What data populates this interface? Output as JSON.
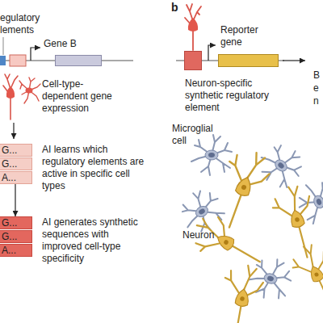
{
  "diagram": {
    "nodes": [
      {
        "text": [
          "Gene B"
        ]
      },
      {
        "text": [
          "G..."
        ]
      },
      {
        "text": [
          "G..."
        ]
      },
      {
        "text": [
          "A..."
        ]
      },
      {
        "text": [
          "G..."
        ]
      },
      {
        "text": [
          "G..."
        ]
      },
      {
        "text": [
          "A..."
        ]
      },
      {
        "text": [
          "Neuron-specific synthetic regulatory element"
        ]
      },
      {
        "text": [
          "Reporter gene"
        ]
      }
    ],
    "edges": [
      {
        "from": 3,
        "to": 4,
        "arrow": "to"
      }
    ],
    "labels": [
      "egulatory lements",
      "Cell-type-dependent gene expression",
      "AI learns which regulatory elements are active in specific cell types",
      "AI generates synthetic sequences with improved cell-type specificity",
      "b",
      "B",
      "e",
      "n",
      "Microglial cell",
      "Neuron"
    ]
  }
}
